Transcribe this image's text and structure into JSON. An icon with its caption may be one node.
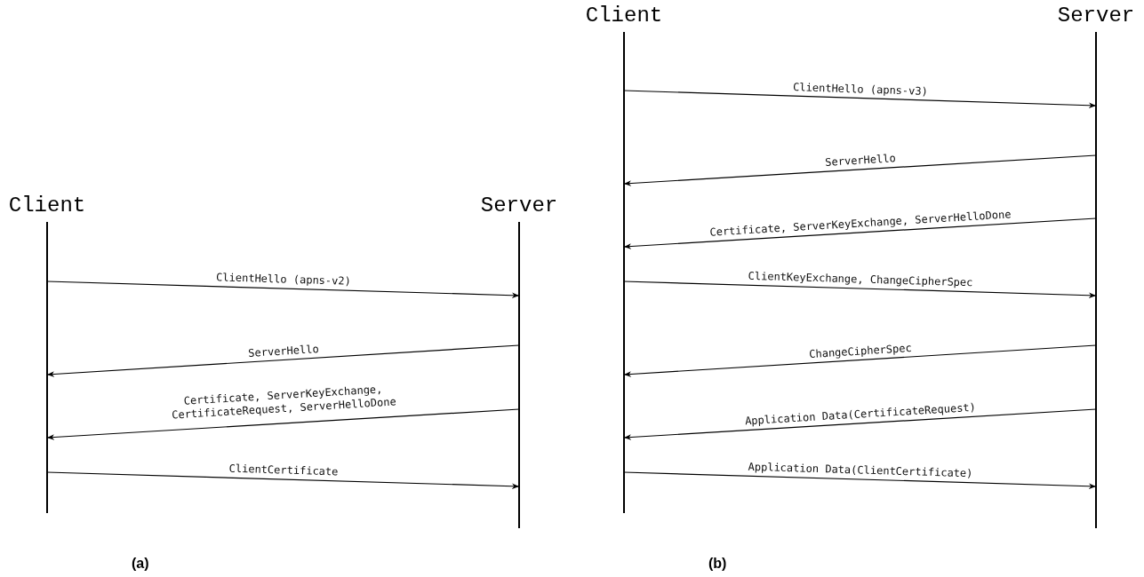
{
  "diagram": {
    "nodes": [
      {
        "text": [
          "Client"
        ]
      },
      {
        "text": [
          "Server"
        ]
      },
      {
        "text": [
          "Client"
        ]
      },
      {
        "text": [
          "Server"
        ]
      }
    ],
    "edges": [
      {
        "from": 0,
        "to": 1,
        "arrow": "to",
        "label": "ClientHello (apns-v2)"
      },
      {
        "from": 1,
        "to": 0,
        "arrow": "to",
        "label": "ServerHello"
      },
      {
        "from": 1,
        "to": 0,
        "arrow": "to",
        "label": "Certificate, ServerKeyExchange, CertificateRequest, ServerHelloDone"
      },
      {
        "from": 0,
        "to": 1,
        "arrow": "to",
        "label": "ClientCertificate"
      },
      {
        "from": 2,
        "to": 3,
        "arrow": "to",
        "label": "ClientHello (apns-v3)"
      },
      {
        "from": 3,
        "to": 2,
        "arrow": "to",
        "label": "ServerHello"
      },
      {
        "from": 3,
        "to": 2,
        "arrow": "to",
        "label": "Certificate, ServerKeyExchange, ServerHelloDone"
      },
      {
        "from": 2,
        "to": 3,
        "arrow": "to",
        "label": "ClientKeyExchange, ChangeCipherSpec"
      },
      {
        "from": 3,
        "to": 2,
        "arrow": "to",
        "label": "ChangeCipherSpec"
      },
      {
        "from": 3,
        "to": 2,
        "arrow": "to",
        "label": "Application Data(CertificateRequest)"
      },
      {
        "from": 2,
        "to": 3,
        "arrow": "to",
        "label": "Application Data(ClientCertificate)"
      }
    ],
    "labels": [
      "(a)",
      "(b)"
    ]
  }
}
